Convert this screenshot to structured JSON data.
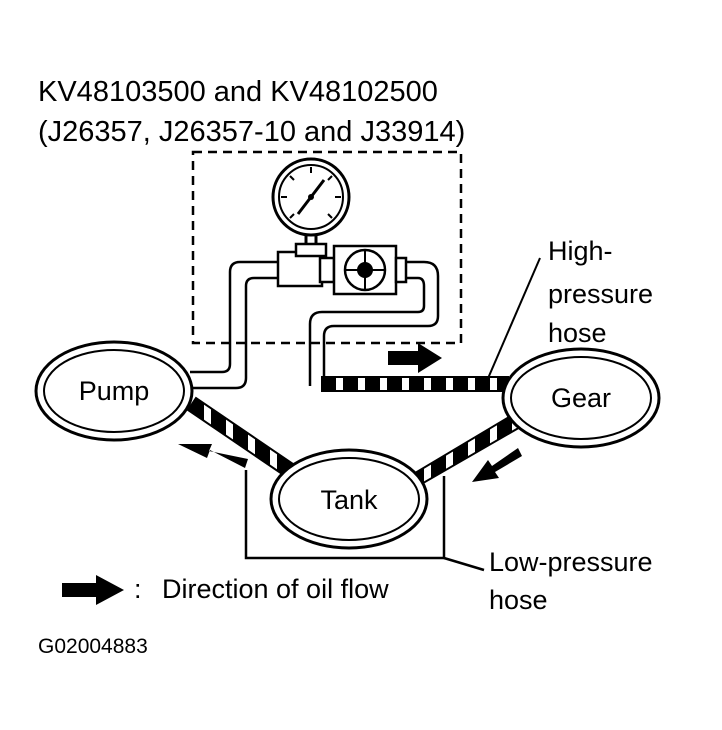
{
  "title_line1": "KV48103500 and KV48102500",
  "title_line2": "(J26357, J26357-10 and J33914)",
  "components": {
    "pump": "Pump",
    "gear": "Gear",
    "tank": "Tank"
  },
  "callouts": {
    "high_pressure_line1": "High-",
    "high_pressure_line2": "pressure",
    "high_pressure_line3": "hose",
    "low_pressure_line1": "Low-pressure",
    "low_pressure_line2": "hose"
  },
  "legend": {
    "separator": ":",
    "text": "Direction of oil flow"
  },
  "figure_id": "G02004883",
  "colors": {
    "ink": "#000000",
    "paper": "#ffffff"
  }
}
